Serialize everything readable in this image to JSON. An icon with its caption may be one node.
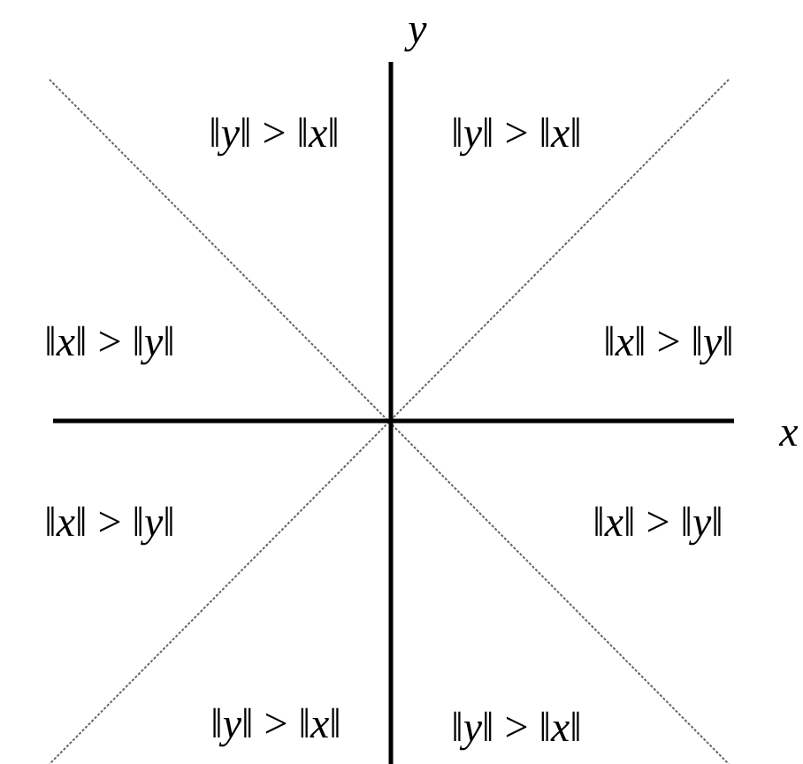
{
  "diagram": {
    "labels": [
      "*y*",
      "‖*y*‖ > ‖*x*‖",
      "‖*y*‖ > ‖*x*‖",
      "‖*x*‖ > ‖*y*‖",
      "‖*x*‖ > ‖*y*‖",
      "*x*",
      "‖*x*‖ > ‖*y*‖",
      "‖*x*‖ > ‖*y*‖",
      "‖*y*‖ > ‖*x*‖",
      "‖*y*‖ > ‖*x*‖"
    ]
  }
}
